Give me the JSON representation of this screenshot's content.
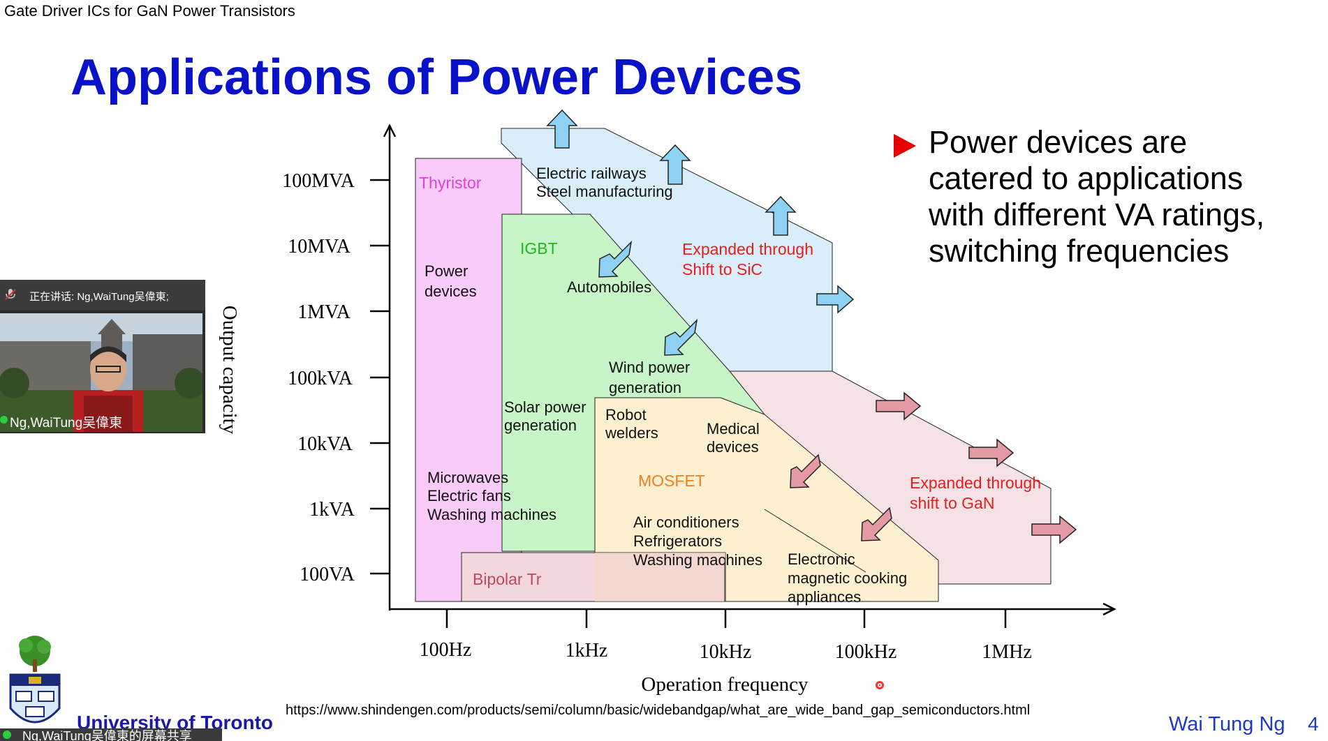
{
  "header": {
    "top_label": "Gate Driver ICs for GaN Power Transistors"
  },
  "slide": {
    "title": "Applications of Power Devices",
    "bullet": "Power devices are catered to applications with different VA ratings, switching frequencies",
    "source_url": "https://www.shindengen.com/products/semi/column/basic/widebandgap/what_are_wide_band_gap_semiconductors.html",
    "author": "Wai Tung Ng",
    "page_number": "4",
    "institution": "University of Toronto"
  },
  "chart_data": {
    "type": "region-map",
    "xlabel": "Operation frequency",
    "ylabel": "Output capacity",
    "x_ticks": [
      "100Hz",
      "1kHz",
      "10kHz",
      "100kHz",
      "1MHz"
    ],
    "y_ticks": [
      "100MVA",
      "10MVA",
      "1MVA",
      "100kVA",
      "10kVA",
      "1kVA",
      "100VA"
    ],
    "regions": {
      "thyristor": "Thyristor",
      "igbt": "IGBT",
      "mosfet": "MOSFET",
      "bipolar": "Bipolar Tr",
      "sic": "Expanded through Shift to SiC",
      "gan": "Expanded through shift to GaN"
    },
    "applications": {
      "railways": [
        "Electric railways",
        "Steel manufacturing"
      ],
      "power_devices": [
        "Power",
        "devices"
      ],
      "automobiles": [
        "Automobiles"
      ],
      "wind": [
        "Wind power",
        "generation"
      ],
      "solar": [
        "Solar power",
        "generation"
      ],
      "robot": [
        "Robot",
        "welders"
      ],
      "medical": [
        "Medical",
        "devices"
      ],
      "microwaves": [
        "Microwaves",
        "Electric fans",
        "Washing machines"
      ],
      "air": [
        "Air conditioners",
        "Refrigerators",
        "Washing machines"
      ],
      "cooking": [
        "Electronic",
        "magnetic cooking",
        "appliances"
      ]
    },
    "colors": {
      "thyristor": "#f8cbf8",
      "igbt": "#c8f5c8",
      "mosfet": "#fdf0d0",
      "sic": "#daeefa",
      "gan": "#f5e2e6",
      "bipolar": "#f2d8dc",
      "arrow_blue": "#8fd1f2",
      "arrow_pink": "#e49aa5"
    }
  },
  "video": {
    "speaking_label": "正在讲话: Ng,WaiTung吴偉東;",
    "participant_name": "Ng,WaiTung吴偉東"
  },
  "share_bar": {
    "text": "Ng,WaiTung吴偉東的屏幕共享"
  }
}
